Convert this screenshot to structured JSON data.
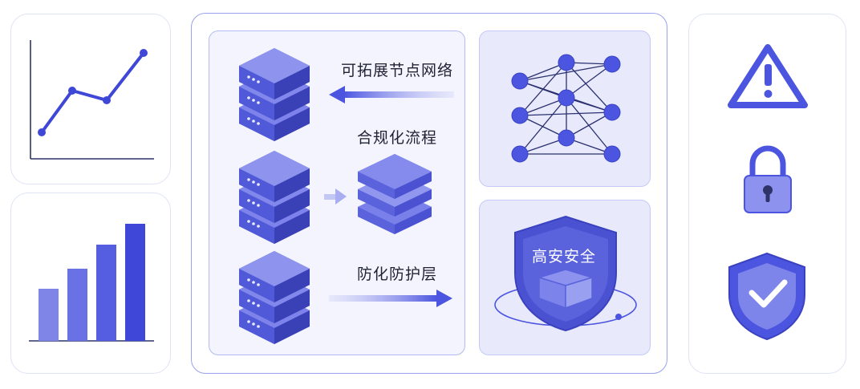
{
  "labels": {
    "scalable_nodes": "可拓展节点网络",
    "compliance_flow": "合规化流程",
    "protection_layer": "防化防护层",
    "high_security": "高安安全"
  },
  "icons": [
    "line-chart-icon",
    "bar-chart-icon",
    "server-stack-icon",
    "layers-icon",
    "network-graph-icon",
    "security-shield-icon",
    "warning-icon",
    "padlock-icon",
    "shield-check-icon",
    "arrow-left-icon",
    "arrow-right-icon"
  ],
  "colors": {
    "primary": "#4c55e0",
    "primary_light": "#8d93f0",
    "panel_fill": "#ecedfb",
    "card_border": "#dfe3f5"
  }
}
